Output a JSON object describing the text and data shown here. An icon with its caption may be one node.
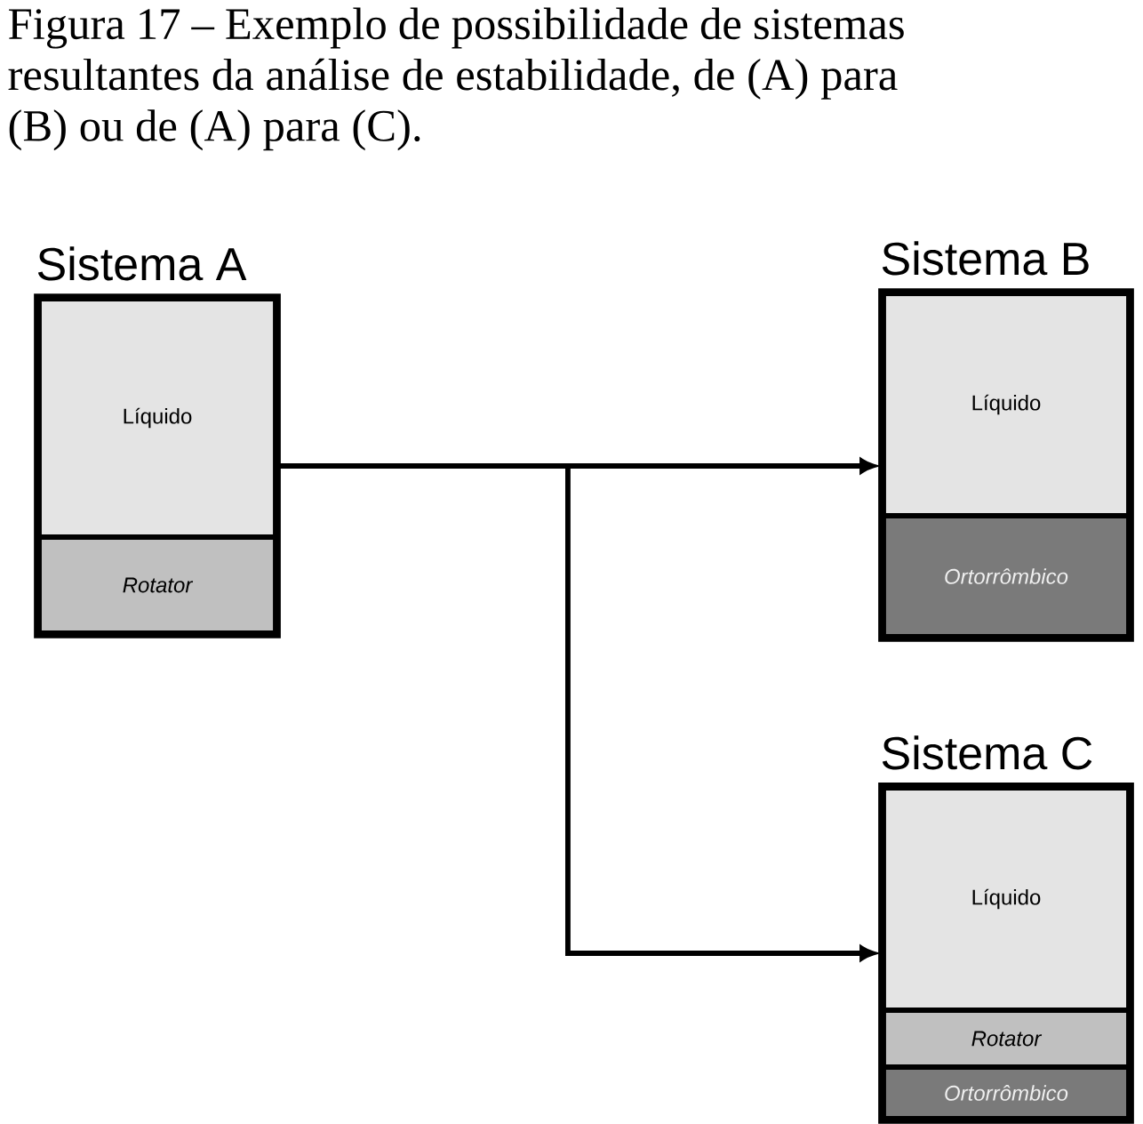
{
  "diagram": {
    "title": "Figura 17 – Exemplo de possibilidade de sistemas resultantes da análise de estabilidade, de (A) para (B) ou de (A) para (C).",
    "nodes": [
      {
        "text": [
          "Sistema A"
        ]
      },
      {
        "text": [
          "Líquido"
        ],
        "in": 0
      },
      {
        "text": [
          "Rotator"
        ],
        "in": 0
      },
      {
        "text": [
          "Sistema B"
        ]
      },
      {
        "text": [
          "Líquido"
        ],
        "in": 3
      },
      {
        "text": [
          "Ortorrômbico"
        ],
        "in": 3
      },
      {
        "text": [
          "Sistema C"
        ]
      },
      {
        "text": [
          "Líquido"
        ],
        "in": 6
      },
      {
        "text": [
          "Rotator"
        ],
        "in": 6
      },
      {
        "text": [
          "Ortorrômbico"
        ],
        "in": 6
      }
    ],
    "edges": [
      {
        "from": 0,
        "to": 3,
        "arrow": "to"
      },
      {
        "from": 0,
        "to": 6,
        "arrow": "to"
      }
    ]
  }
}
